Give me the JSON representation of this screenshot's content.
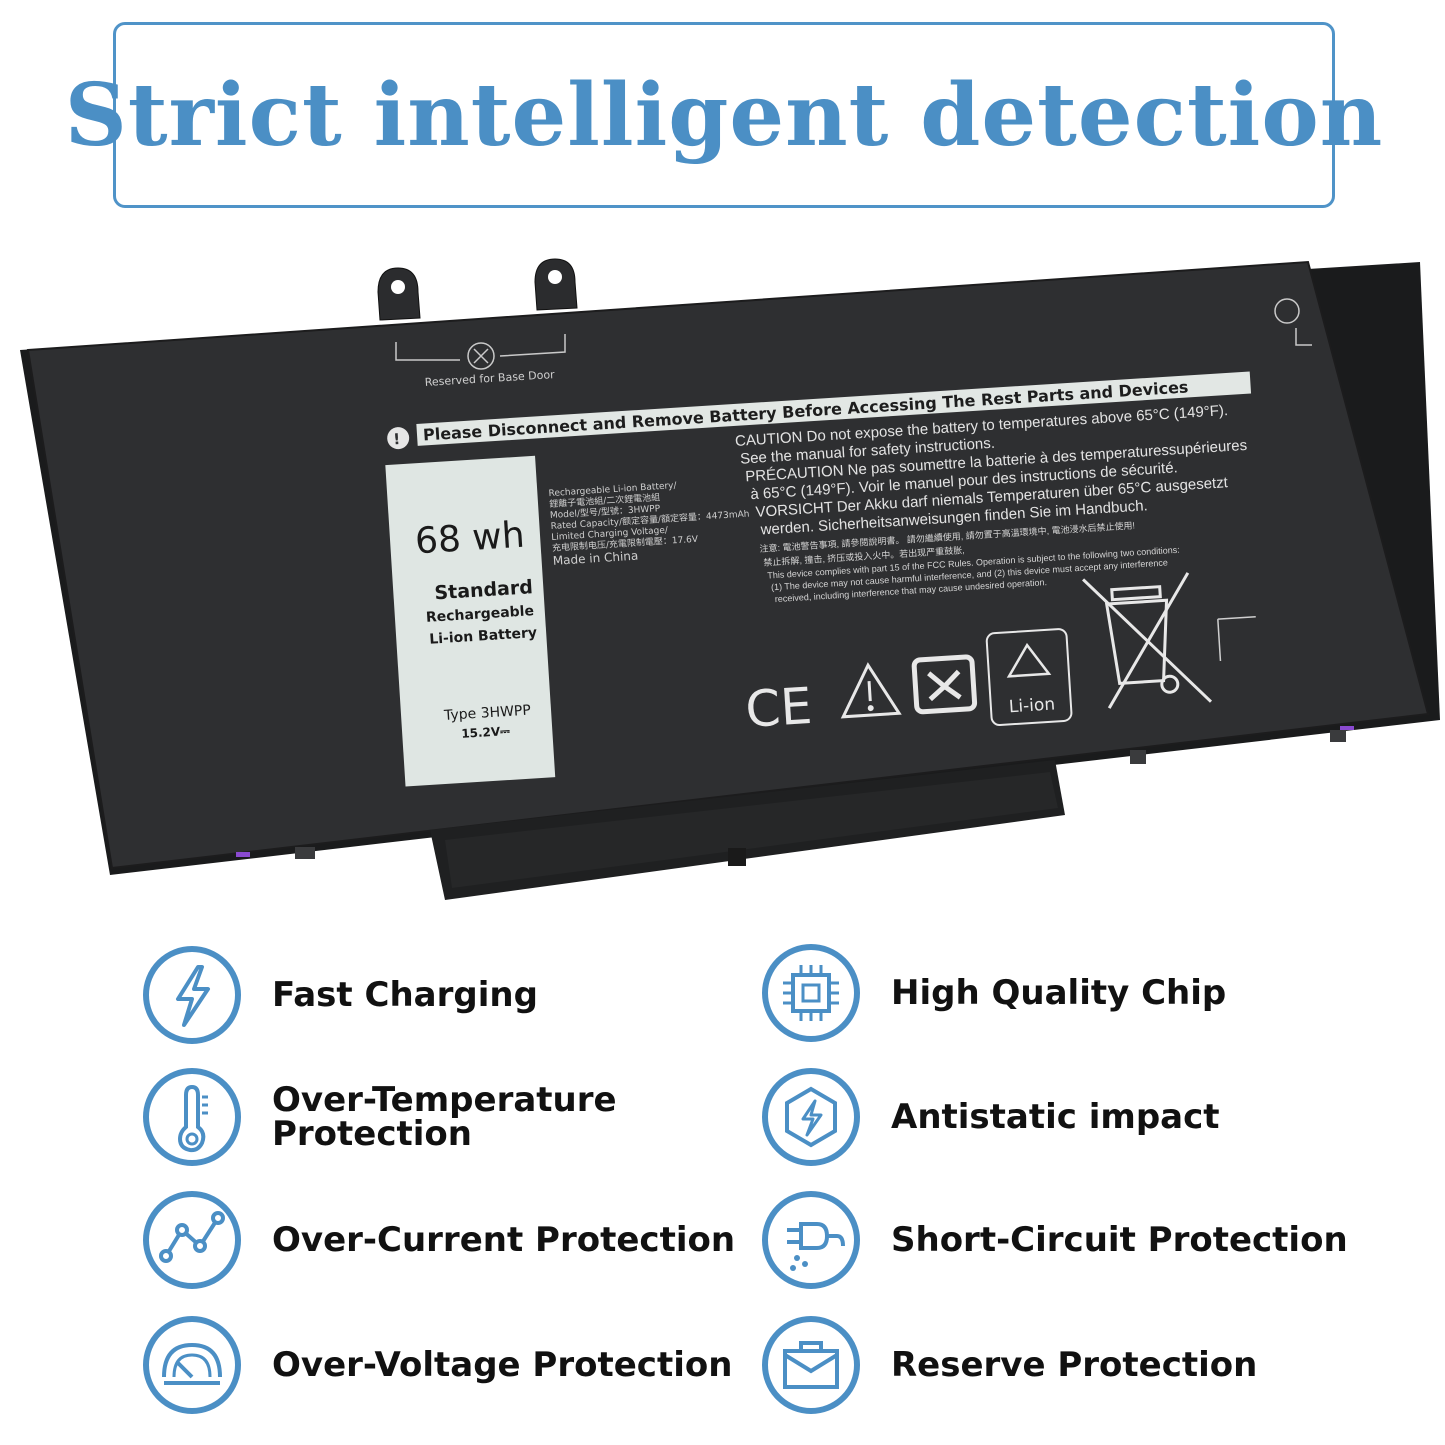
{
  "title": "Strict intelligent detection",
  "colors": {
    "accent": "#4b8fc5",
    "battery_body": "#2e2f31",
    "label_panel": "#dfe6e3"
  },
  "battery": {
    "reserved_text": "Reserved  for Base Door",
    "warning_banner": "Please Disconnect and Remove Battery Before Accessing The Rest Parts and Devices",
    "label": {
      "capacity": "68 wh",
      "line1": "Standard",
      "line2": "Rechargeable",
      "line3": "Li-ion Battery",
      "type": "Type  3HWPP",
      "voltage": "15.2V⎓"
    },
    "specs": [
      "Rechargeable  Li-ion Battery/",
      "鋰離子電池組/二次鋰電池組",
      "Model/型号/型號：3HWPP",
      "Rated Capacity/额定容量/額定容量：4473mAh",
      "Limited Charging Voltage/",
      "充电限制电压/充電限制電壓：17.6V",
      "Made in China"
    ],
    "caution": [
      "CAUTION Do not expose the battery to temperatures above 65°C (149°F).",
      "See the manual for safety instructions.",
      "PRÉCAUTION Ne pas soumettre la batterie à des temperaturessupérieures",
      "à 65°C (149°F). Voir le manuel pour des instructions de sécurité.",
      "VORSICHT  Der Akku darf niemals Temperaturen über 65°C  ausgesetzt",
      "werden. Sicherheitsanweisungen finden Sie im Handbuch."
    ],
    "fine_print": [
      "注意: 電池警告事項, 請參閱說明書。                請勿繼續使用, 請勿置于高溫環境中, 電池浸水后禁止使用!",
      "禁止拆解, 撞击, 挤压或投入火中。若出现严重鼓胀,",
      "This device complies with part 15 of the FCC Rules. Operation is subject to the following two conditions:",
      "(1) The device may not cause harmful interference, and (2) this device must accept any interference",
      "received, including interference that may cause undesired operation."
    ],
    "li_ion_mark": "Li-ion",
    "ce_mark": "CE"
  },
  "features": [
    {
      "icon": "lightning-icon",
      "label": "Fast Charging"
    },
    {
      "icon": "chip-icon",
      "label": "High Quality Chip"
    },
    {
      "icon": "thermometer-icon",
      "label": "Over-Temperature\nProtection"
    },
    {
      "icon": "shield-bolt-icon",
      "label": "Antistatic impact"
    },
    {
      "icon": "current-graph-icon",
      "label": "Over-Current Protection"
    },
    {
      "icon": "plug-icon",
      "label": "Short-Circuit Protection"
    },
    {
      "icon": "gauge-icon",
      "label": "Over-Voltage Protection"
    },
    {
      "icon": "briefcase-icon",
      "label": "Reserve Protection"
    }
  ]
}
